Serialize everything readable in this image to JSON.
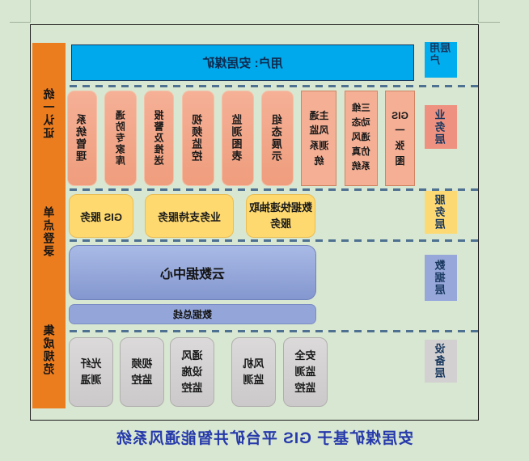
{
  "note": "screenshot shows this diagram horizontally mirrored",
  "caption": "安居煤矿基于 GIS 平台矿井智能通风系统",
  "user_bar": {
    "label": "用户: 安居煤矿"
  },
  "integration_bar": {
    "groups": [
      {
        "label": "统一认证"
      },
      {
        "label": "单点登录"
      },
      {
        "label": "集成规范"
      }
    ]
  },
  "layers": [
    {
      "label": "用户层",
      "color": "#00aeef"
    },
    {
      "label": "业务层",
      "color": "#ef9180"
    },
    {
      "label": "服务层",
      "color": "#fdd973"
    },
    {
      "label": "数据层",
      "color": "#97a7da"
    },
    {
      "label": "设备层",
      "color": "#d2d0d0"
    }
  ],
  "business_apps": [
    {
      "label": "GIS\n一\n张\n图"
    },
    {
      "label": "三维\n动态\n通风\n仿真\n系统"
    },
    {
      "label": "主通\n风监\n测系\n统"
    },
    {
      "label": "组态展示"
    },
    {
      "label": "监测图表"
    },
    {
      "label": "视频监控"
    },
    {
      "label": "报警及推送"
    },
    {
      "label": "通防专家库"
    },
    {
      "label": "系统管理"
    }
  ],
  "services": [
    {
      "label": "数据快速抽取\n服务"
    },
    {
      "label": "业务支持服务"
    },
    {
      "label": "GIS 服务"
    }
  ],
  "data_layer": {
    "cloud_center": "云数据中心",
    "data_bus": "数据总线"
  },
  "devices": [
    {
      "label": "安全\n监测\n监控"
    },
    {
      "label": "风机\n监测"
    },
    {
      "label": "通风\n设施\n监控"
    },
    {
      "label": "视频\n监控"
    },
    {
      "label": "光纤\n测温"
    }
  ],
  "colors": {
    "background": "#d8e7d1",
    "integration_bar": "#ec7d1f",
    "user_bar": "#00a9eb",
    "business_box": "#f2a386",
    "service_box": "#fed96f",
    "data_box": "#8ea6da",
    "device_box": "#d3d1d1",
    "dashed_line": "#4e7191",
    "caption_text": "#2639ab"
  }
}
